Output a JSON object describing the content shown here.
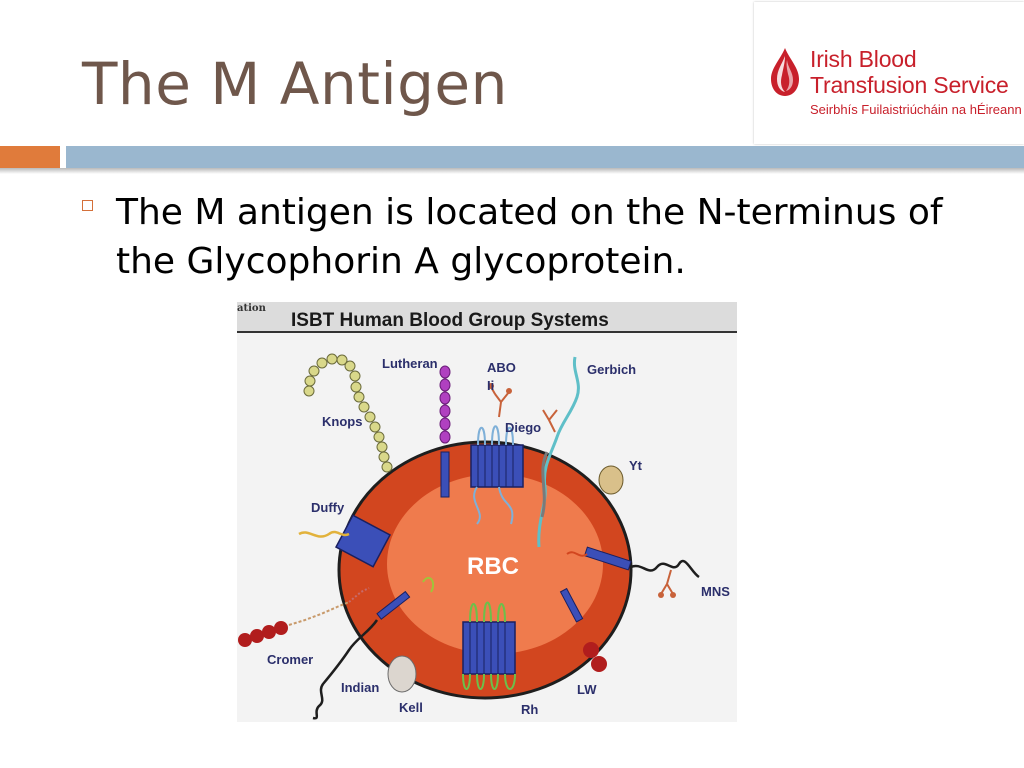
{
  "slide": {
    "title": "The M Antigen",
    "bullet": "The M antigen is located on the N-terminus of the Glycophorin A glycoprotein."
  },
  "logo": {
    "line1": "Irish Blood",
    "line2": "Transfusion Service",
    "line3": "Seirbhís Fuilaistriúcháin na hÉireann"
  },
  "figure": {
    "corner_text": "ation",
    "heading": "ISBT Human Blood Group Systems",
    "center_label": "RBC",
    "labels": {
      "lutheran": "Lutheran",
      "abo": "ABO",
      "ii": "Ii",
      "gerbich": "Gerbich",
      "knops": "Knops",
      "diego": "Diego",
      "yt": "Yt",
      "duffy": "Duffy",
      "mns": "MNS",
      "cromer": "Cromer",
      "indian": "Indian",
      "kell": "Kell",
      "rh": "Rh",
      "lw": "LW"
    }
  },
  "colors": {
    "title": "#6f574b",
    "accent_orange": "#e07b3b",
    "accent_blue": "#9ab7cf",
    "logo_red": "#c8202b",
    "cell_outer": "#d2461f",
    "cell_inner": "#ef7b4d"
  }
}
